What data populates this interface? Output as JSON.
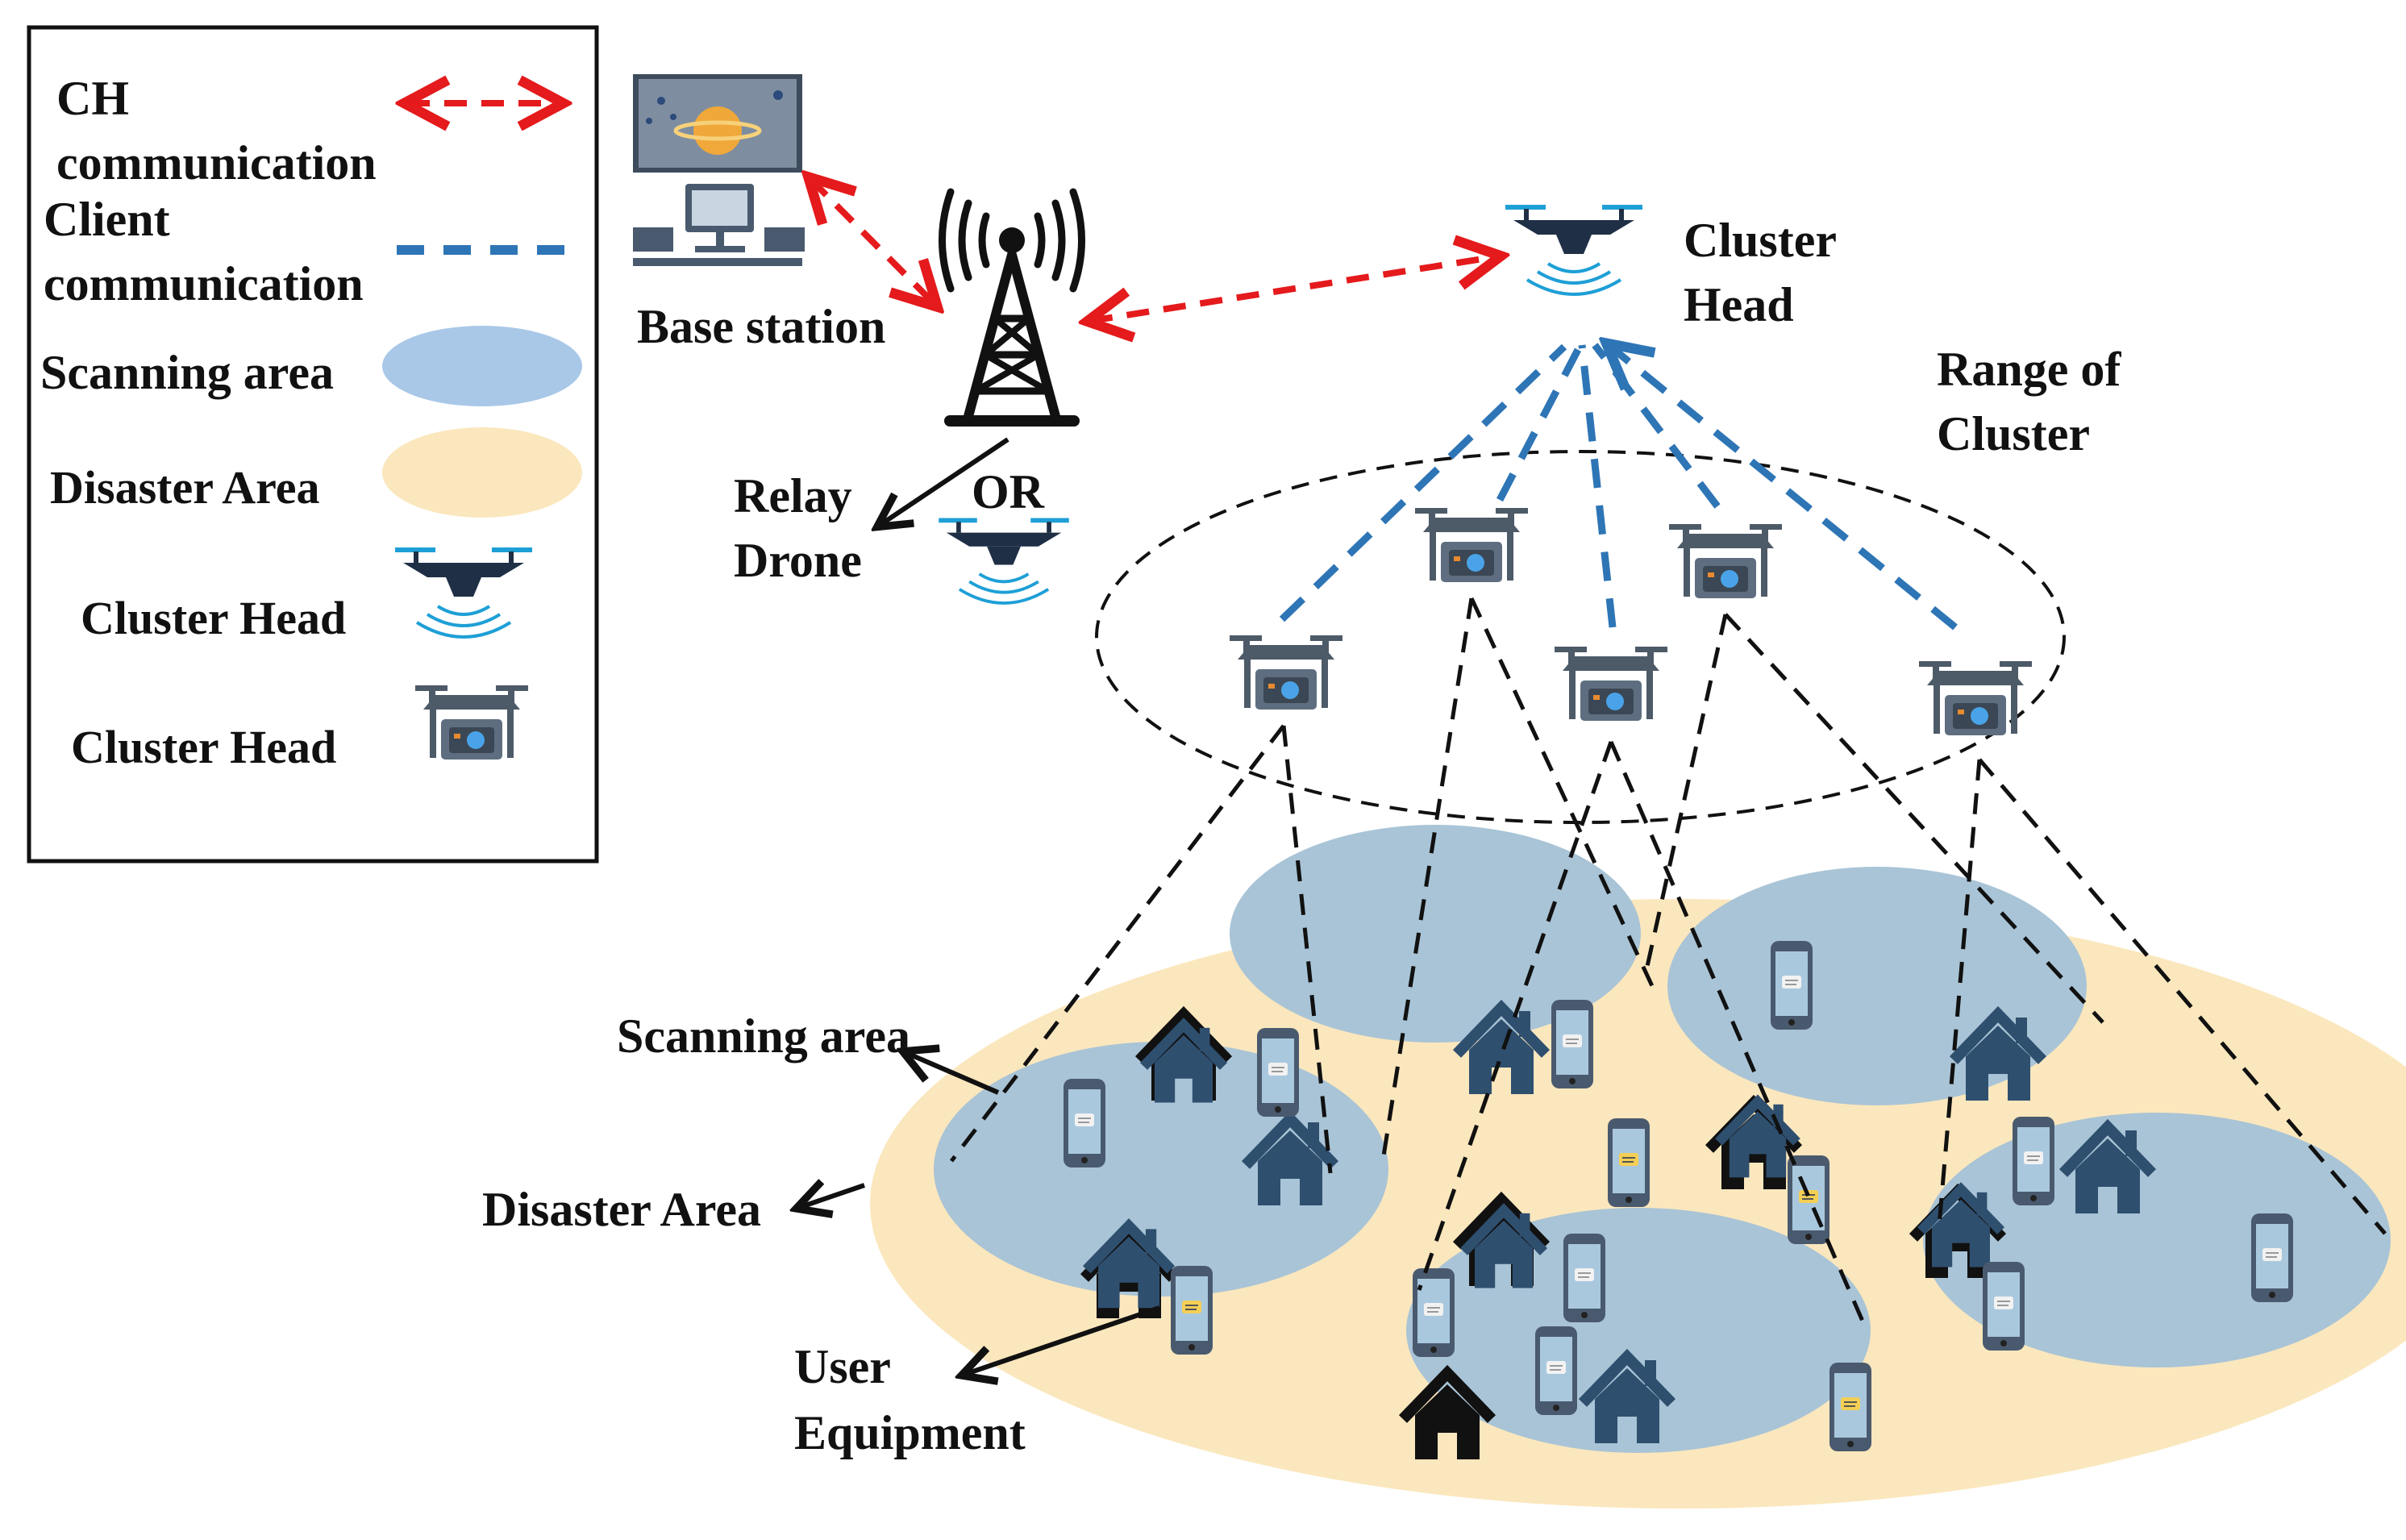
{
  "legend": {
    "items": [
      {
        "label_lines": [
          "CH",
          "communication"
        ],
        "color": "#e41a1c",
        "symbol": "dashed-double-arrow"
      },
      {
        "label_lines": [
          "Client",
          "communication"
        ],
        "color": "#2e75b6",
        "symbol": "dashed-line"
      },
      {
        "label_lines": [
          "Scanning area"
        ],
        "color": "#a9c8e8",
        "symbol": "ellipse"
      },
      {
        "label_lines": [
          "Disaster Area"
        ],
        "color": "#fbe7bd",
        "symbol": "ellipse"
      },
      {
        "label_lines": [
          "Cluster Head"
        ],
        "symbol": "drone-with-signal-icon"
      },
      {
        "label_lines": [
          "Cluster Head"
        ],
        "symbol": "camera-drone-icon"
      }
    ]
  },
  "labels": {
    "base_station": "Base station",
    "relay_drone_1": "Relay",
    "relay_drone_2": "Drone",
    "or": "OR",
    "cluster_head_1": "Cluster",
    "cluster_head_2": "Head",
    "range_1": "Range of",
    "range_2": "Cluster",
    "scanning_area": "Scanning area",
    "disaster_area": "Disaster Area",
    "user_equipment_1": "User",
    "user_equipment_2": "Equipment"
  },
  "colors": {
    "ch_link": "#e41a1c",
    "client_link": "#2e75b6",
    "scanning_area": "#a9c4d6",
    "disaster_area": "#fbe7bd",
    "house": "#2f4f6f",
    "drone": "#1f2f45",
    "propeller": "#1e9fd6"
  }
}
